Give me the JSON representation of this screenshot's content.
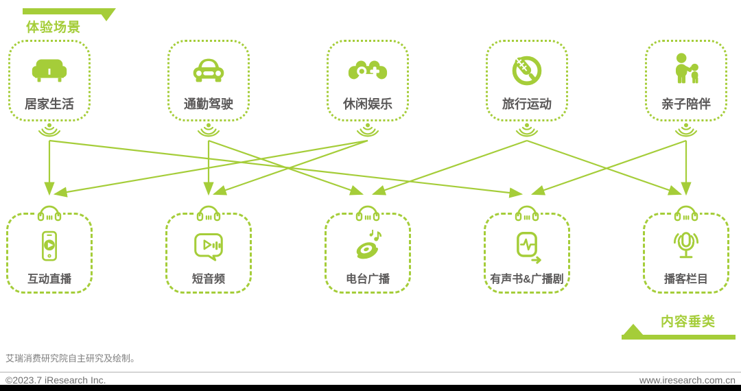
{
  "colors": {
    "green": "#a5cd39",
    "label_gray": "#595757",
    "footer_gray": "#7f7f7f",
    "black_bar": "#000000"
  },
  "top_banner": {
    "label": "体验场景"
  },
  "bottom_banner": {
    "label": "内容垂类"
  },
  "scenarios": [
    {
      "label": "居家生活",
      "icon": "sofa-icon"
    },
    {
      "label": "通勤驾驶",
      "icon": "car-icon"
    },
    {
      "label": "休闲娱乐",
      "icon": "gamepad-icon"
    },
    {
      "label": "旅行运动",
      "icon": "travel-sport-icon"
    },
    {
      "label": "亲子陪伴",
      "icon": "parent-child-icon"
    }
  ],
  "contents": [
    {
      "label": "互动直播",
      "icon": "live-phone-icon"
    },
    {
      "label": "短音频",
      "icon": "short-audio-icon"
    },
    {
      "label": "电台广播",
      "icon": "radio-broadcast-icon"
    },
    {
      "label": "有声书&广播剧",
      "icon": "audiobook-icon"
    },
    {
      "label": "播客栏目",
      "icon": "podcast-mic-icon"
    }
  ],
  "connections": [
    {
      "from": 0,
      "to": 0
    },
    {
      "from": 0,
      "to": 3
    },
    {
      "from": 1,
      "to": 1
    },
    {
      "from": 1,
      "to": 2
    },
    {
      "from": 2,
      "to": 0
    },
    {
      "from": 2,
      "to": 1
    },
    {
      "from": 3,
      "to": 2
    },
    {
      "from": 3,
      "to": 4
    },
    {
      "from": 4,
      "to": 3
    },
    {
      "from": 4,
      "to": 4
    }
  ],
  "footer": {
    "note": "艾瑞消费研究院自主研究及绘制。",
    "copyright": "©2023.7 iResearch Inc.",
    "website": "www.iresearch.com.cn"
  }
}
